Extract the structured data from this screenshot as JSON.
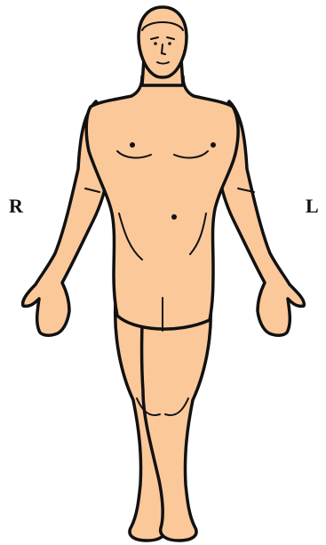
{
  "labels": {
    "right": "R",
    "left": "L"
  },
  "colors": {
    "skin": "#fbc89a",
    "outline": "#111111",
    "background": "#ffffff"
  },
  "figure": {
    "view": "anterior",
    "subject": "human-body-outline"
  }
}
